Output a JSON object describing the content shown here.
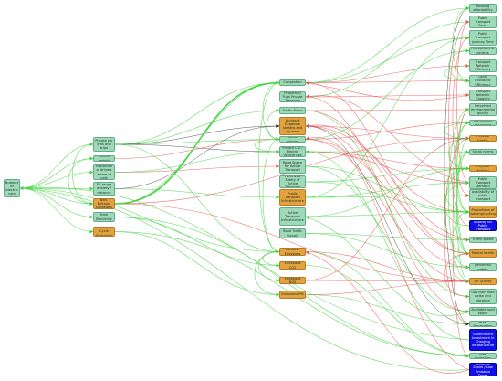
{
  "colors": {
    "green_node": "#9ed9b8",
    "green_node_border": "#5fae86",
    "orange_node": "#e2a23d",
    "orange_node_border": "#b97a22",
    "blue_node": "#1010e6",
    "blue_node_border": "#00009a",
    "edge_positive": "#3bd43b",
    "edge_negative": "#ec5555",
    "edge_neutral": "#222222"
  },
  "nodes": [
    {
      "id": "num_ev",
      "label": "Number of electric cars",
      "kind": "green"
    },
    {
      "id": "pr_kms",
      "label": "Private car kms and trips",
      "kind": "green"
    },
    {
      "id": "veh_wt",
      "label": "vehicle weight",
      "kind": "green"
    },
    {
      "id": "prop_driv",
      "label": "Proportion of drivers aware of cost",
      "kind": "green"
    },
    {
      "id": "ev_range",
      "label": "EV range anxiety / distance",
      "kind": "green"
    },
    {
      "id": "nonexh",
      "label": "Non-Exhaust Emissions",
      "kind": "orange"
    },
    {
      "id": "emis_elec",
      "label": "Emissions from Electricity Generation",
      "kind": "green"
    },
    {
      "id": "whole_life",
      "label": "Whole Life Cycle Emissions",
      "kind": "orange"
    },
    {
      "id": "congestion",
      "label": "Congestion",
      "kind": "green"
    },
    {
      "id": "prop_trips",
      "label": "Proportion Trips Private Transport",
      "kind": "green"
    },
    {
      "id": "traffic_noise",
      "label": "Traffic Noise",
      "kind": "green"
    },
    {
      "id": "accident",
      "label": "Accident Exposure (deaths and injuries)",
      "kind": "orange"
    },
    {
      "id": "traffic_vol",
      "label": "Traffic volume",
      "kind": "green"
    },
    {
      "id": "private_car",
      "label": "Private Car / Electric Vehicle use",
      "kind": "green"
    },
    {
      "id": "road_space",
      "label": "Road Space for Active Transport",
      "kind": "green"
    },
    {
      "id": "perceived_safety",
      "label": "Perceived Safety of Active Transport",
      "kind": "green"
    },
    {
      "id": "pt_infra",
      "label": "Public Transport Infrastructure",
      "kind": "orange"
    },
    {
      "id": "active_infra",
      "label": "Active Transport Infrastructure",
      "kind": "green"
    },
    {
      "id": "road_traffic",
      "label": "Road Traffic Signals",
      "kind": "green"
    },
    {
      "id": "exhaust",
      "label": "Exhaust Emissions",
      "kind": "orange"
    },
    {
      "id": "em_co2",
      "label": "Emissions CO2",
      "kind": "orange"
    },
    {
      "id": "em_nox",
      "label": "Emissions NOX",
      "kind": "orange"
    },
    {
      "id": "em_pm",
      "label": "Emissions PM",
      "kind": "orange"
    },
    {
      "id": "housing",
      "label": "Housing affordability",
      "kind": "green"
    },
    {
      "id": "pt_fares",
      "label": "Public Transport Fares",
      "kind": "green"
    },
    {
      "id": "pt_journey",
      "label": "Public Transport Journey Time",
      "kind": "green"
    },
    {
      "id": "perc_centres",
      "label": "Perceptions of centres",
      "kind": "green"
    },
    {
      "id": "transport_eff",
      "label": "Transport Network Efficiency",
      "kind": "green"
    },
    {
      "id": "local_econ",
      "label": "Local Economic Efficiency",
      "kind": "green"
    },
    {
      "id": "transport_cap",
      "label": "Transport Network Capacity",
      "kind": "green"
    },
    {
      "id": "perc_env",
      "label": "Perceived environmental quality",
      "kind": "green"
    },
    {
      "id": "community",
      "label": "Community assurance",
      "kind": "green"
    },
    {
      "id": "physical_health",
      "label": "Physical health",
      "kind": "orange"
    },
    {
      "id": "social_norms",
      "label": "Social norms",
      "kind": "green"
    },
    {
      "id": "physical_activity",
      "label": "Physical Activity",
      "kind": "orange"
    },
    {
      "id": "pt_demand",
      "label": "Public Transport Demand",
      "kind": "green"
    },
    {
      "id": "avail_pt",
      "label": "availability of public transport",
      "kind": "green"
    },
    {
      "id": "prop_walk",
      "label": "Proportions of walking/cycling",
      "kind": "orange"
    },
    {
      "id": "subsidy",
      "label": "Subsidy for Public Transport",
      "kind": "blue"
    },
    {
      "id": "traffic_speed",
      "label": "Traffic speed",
      "kind": "green"
    },
    {
      "id": "mental_health",
      "label": "Mental health",
      "kind": "orange"
    },
    {
      "id": "perc_safety",
      "label": "perceived safety",
      "kind": "green"
    },
    {
      "id": "air_quality",
      "label": "Air Quality",
      "kind": "orange"
    },
    {
      "id": "gas_noise",
      "label": "Gas from road noise and vibration",
      "kind": "green"
    },
    {
      "id": "avail_road",
      "label": "Available road space",
      "kind": "green"
    },
    {
      "id": "area_dep",
      "label": "Area Deprivation",
      "kind": "green"
    },
    {
      "id": "govt_inv",
      "label": "Government Investment in Charging Infrastructure",
      "kind": "blue"
    },
    {
      "id": "total_emis",
      "label": "Total Emissions",
      "kind": "green"
    },
    {
      "id": "clean_air",
      "label": "Clean Air Zones / Low Emission Zones",
      "kind": "blue"
    }
  ],
  "edges": [
    [
      "num_ev",
      "pr_kms",
      "pos"
    ],
    [
      "num_ev",
      "veh_wt",
      "pos"
    ],
    [
      "num_ev",
      "prop_driv",
      "pos"
    ],
    [
      "num_ev",
      "ev_range",
      "pos"
    ],
    [
      "num_ev",
      "nonexh",
      "pos"
    ],
    [
      "num_ev",
      "emis_elec",
      "pos"
    ],
    [
      "num_ev",
      "whole_life",
      "pos"
    ],
    [
      "num_ev",
      "exhaust",
      "pos"
    ],
    [
      "pr_kms",
      "congestion",
      "pos"
    ],
    [
      "pr_kms",
      "traffic_vol",
      "pos"
    ],
    [
      "pr_kms",
      "private_car",
      "neu"
    ],
    [
      "pr_kms",
      "exhaust",
      "pos"
    ],
    [
      "pr_kms",
      "accident",
      "neu"
    ],
    [
      "pr_kms",
      "traffic_noise",
      "pos"
    ],
    [
      "pr_kms",
      "nonexh",
      "pos"
    ],
    [
      "veh_wt",
      "nonexh",
      "pos"
    ],
    [
      "veh_wt",
      "traffic_vol",
      "neg"
    ],
    [
      "prop_driv",
      "road_space",
      "neg"
    ],
    [
      "prop_driv",
      "private_car",
      "pos"
    ],
    [
      "ev_range",
      "accident",
      "neu"
    ],
    [
      "ev_range",
      "pt_infra",
      "pos"
    ],
    [
      "emis_elec",
      "em_co2",
      "pos"
    ],
    [
      "emis_elec",
      "total_emis",
      "pos"
    ],
    [
      "whole_life",
      "em_pm",
      "pos"
    ],
    [
      "whole_life",
      "total_emis",
      "pos"
    ],
    [
      "exhaust",
      "em_co2",
      "pos"
    ],
    [
      "exhaust",
      "em_nox",
      "pos"
    ],
    [
      "exhaust",
      "em_pm",
      "pos"
    ],
    [
      "nonexh",
      "congestion",
      "pos"
    ],
    [
      "nonexh",
      "air_quality",
      "neg"
    ],
    [
      "nonexh",
      "physical_health",
      "neg"
    ],
    [
      "congestion",
      "housing",
      "pos"
    ],
    [
      "congestion",
      "transport_eff",
      "neg"
    ],
    [
      "congestion",
      "local_econ",
      "neg"
    ],
    [
      "congestion",
      "pt_journey",
      "pos"
    ],
    [
      "congestion",
      "mental_health",
      "neg"
    ],
    [
      "prop_trips",
      "pt_fares",
      "pos"
    ],
    [
      "prop_trips",
      "transport_cap",
      "neg"
    ],
    [
      "prop_trips",
      "avail_road",
      "neg"
    ],
    [
      "traffic_noise",
      "perc_env",
      "neg"
    ],
    [
      "traffic_noise",
      "mental_health",
      "neg"
    ],
    [
      "traffic_noise",
      "gas_noise",
      "pos"
    ],
    [
      "accident",
      "perc_safety",
      "neg"
    ],
    [
      "accident",
      "physical_health",
      "neg"
    ],
    [
      "accident",
      "prop_walk",
      "neg"
    ],
    [
      "traffic_vol",
      "congestion",
      "pos"
    ],
    [
      "traffic_vol",
      "traffic_speed",
      "neg"
    ],
    [
      "traffic_vol",
      "perc_centres",
      "pos"
    ],
    [
      "traffic_vol",
      "community",
      "neg"
    ],
    [
      "traffic_vol",
      "air_quality",
      "neg"
    ],
    [
      "private_car",
      "pt_demand",
      "neg"
    ],
    [
      "private_car",
      "physical_activity",
      "neg"
    ],
    [
      "private_car",
      "social_norms",
      "pos"
    ],
    [
      "road_space",
      "prop_walk",
      "pos"
    ],
    [
      "road_space",
      "avail_road",
      "pos"
    ],
    [
      "perceived_safety",
      "prop_walk",
      "pos"
    ],
    [
      "perceived_safety",
      "physical_activity",
      "pos"
    ],
    [
      "pt_infra",
      "avail_pt",
      "pos"
    ],
    [
      "pt_infra",
      "pt_demand",
      "pos"
    ],
    [
      "pt_infra",
      "pt_journey",
      "pos"
    ],
    [
      "active_infra",
      "prop_walk",
      "pos"
    ],
    [
      "active_infra",
      "physical_activity",
      "pos"
    ],
    [
      "road_traffic",
      "traffic_speed",
      "pos"
    ],
    [
      "road_traffic",
      "perc_safety",
      "pos"
    ],
    [
      "exhaust",
      "air_quality",
      "neg"
    ],
    [
      "exhaust",
      "total_emis",
      "pos"
    ],
    [
      "em_co2",
      "total_emis",
      "pos"
    ],
    [
      "em_nox",
      "air_quality",
      "neg"
    ],
    [
      "em_pm",
      "air_quality",
      "neg"
    ],
    [
      "em_nox",
      "physical_health",
      "neg"
    ],
    [
      "em_pm",
      "area_dep",
      "pos"
    ],
    [
      "housing",
      "area_dep",
      "neu"
    ],
    [
      "pt_fares",
      "pt_demand",
      "neg"
    ],
    [
      "pt_journey",
      "avail_pt",
      "neg"
    ],
    [
      "perc_centres",
      "local_econ",
      "pos"
    ],
    [
      "transport_eff",
      "local_econ",
      "pos"
    ],
    [
      "perc_env",
      "mental_health",
      "pos"
    ],
    [
      "community",
      "mental_health",
      "pos"
    ],
    [
      "physical_activity",
      "physical_health",
      "pos"
    ],
    [
      "physical_activity",
      "mental_health",
      "pos"
    ],
    [
      "social_norms",
      "prop_walk",
      "pos"
    ],
    [
      "pt_demand",
      "prop_trips",
      "neg"
    ],
    [
      "subsidy",
      "pt_fares",
      "neg"
    ],
    [
      "subsidy",
      "pt_demand",
      "pos"
    ],
    [
      "air_quality",
      "physical_health",
      "pos"
    ],
    [
      "air_quality",
      "mental_health",
      "pos"
    ],
    [
      "govt_inv",
      "num_ev",
      "pos"
    ],
    [
      "govt_inv",
      "private_car",
      "pos"
    ],
    [
      "clean_air",
      "num_ev",
      "pos"
    ],
    [
      "clean_air",
      "exhaust",
      "neg"
    ],
    [
      "clean_air",
      "traffic_vol",
      "neg"
    ],
    [
      "area_dep",
      "physical_health",
      "neg"
    ],
    [
      "area_dep",
      "accident",
      "neu"
    ],
    [
      "perc_safety",
      "prop_walk",
      "pos"
    ],
    [
      "avail_road",
      "active_infra",
      "pos"
    ],
    [
      "gas_noise",
      "mental_health",
      "neg"
    ],
    [
      "traffic_speed",
      "accident",
      "neg"
    ],
    [
      "local_econ",
      "housing",
      "pos"
    ],
    [
      "transport_cap",
      "congestion",
      "neg"
    ],
    [
      "physical_health",
      "community",
      "pos"
    ],
    [
      "mental_health",
      "social_norms",
      "pos"
    ],
    [
      "total_emis",
      "perc_env",
      "neg"
    ],
    [
      "air_quality",
      "perc_env",
      "pos"
    ],
    [
      "private_car",
      "traffic_vol",
      "pos"
    ],
    [
      "traffic_vol",
      "traffic_noise",
      "pos"
    ],
    [
      "traffic_vol",
      "exhaust",
      "pos"
    ],
    [
      "congestion",
      "exhaust",
      "pos"
    ],
    [
      "prop_walk",
      "physical_activity",
      "pos"
    ],
    [
      "prop_walk",
      "community",
      "pos"
    ]
  ]
}
